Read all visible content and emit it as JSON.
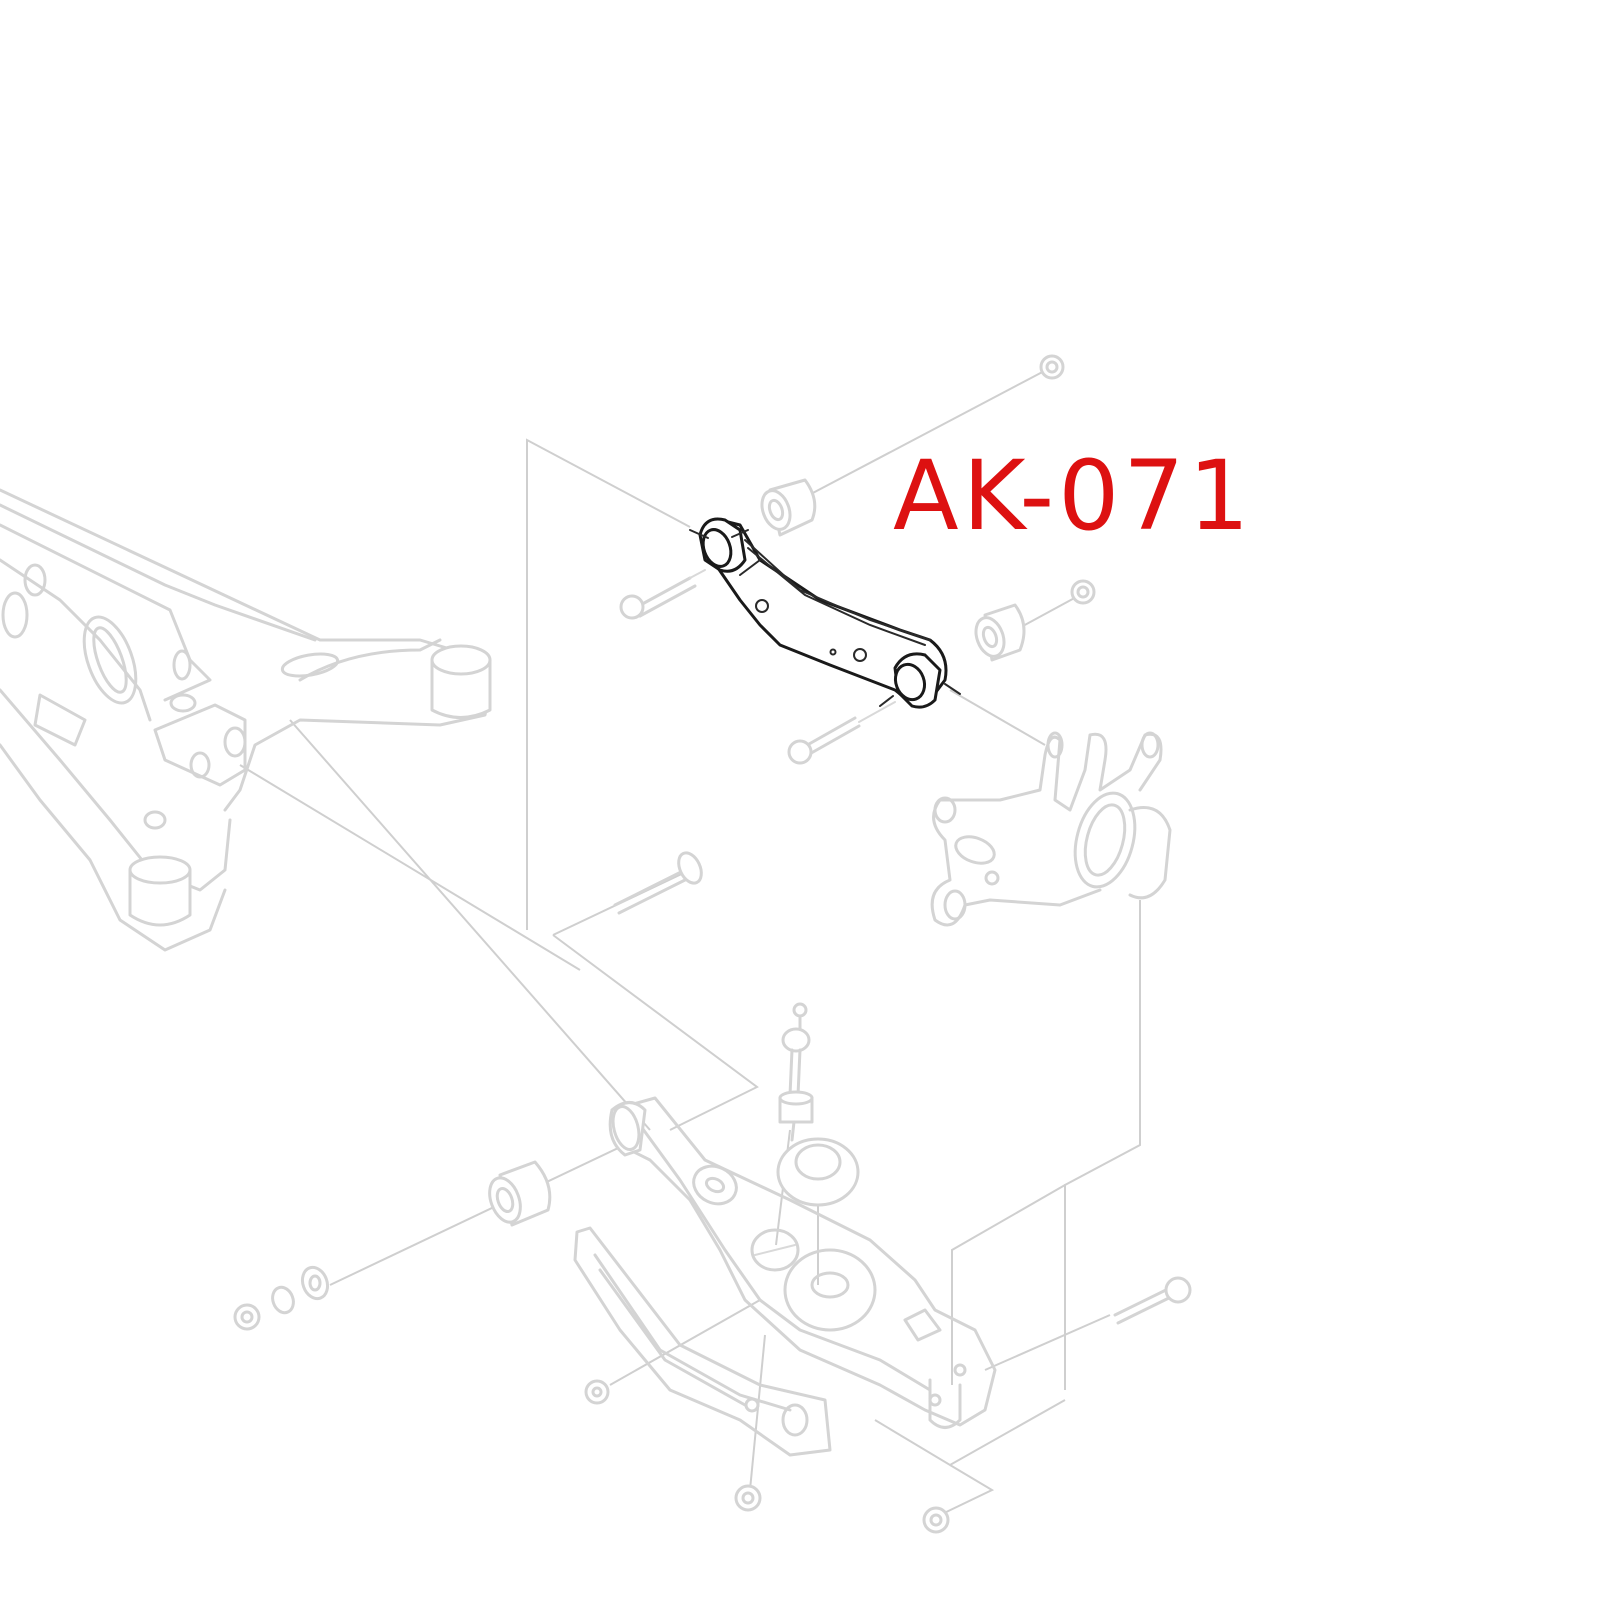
{
  "diagram": {
    "type": "exploded-parts-view",
    "subject": "rear suspension assembly",
    "highlighted_part": "upper/toe control arm",
    "part_label": {
      "text": "AK-071",
      "color": "#dd1111"
    },
    "colors": {
      "background": "#ffffff",
      "ghost_line": "#d4d4d4",
      "highlight_line": "#1a1a1a",
      "label": "#dd1111"
    },
    "components": [
      {
        "id": "subframe",
        "style": "ghost"
      },
      {
        "id": "upper-arm",
        "style": "highlight"
      },
      {
        "id": "upper-arm-bushing-inner",
        "style": "ghost"
      },
      {
        "id": "upper-arm-bushing-outer",
        "style": "ghost"
      },
      {
        "id": "upper-arm-bolt-inner",
        "style": "ghost"
      },
      {
        "id": "upper-arm-bolt-outer",
        "style": "ghost"
      },
      {
        "id": "upper-arm-nut-inner",
        "style": "ghost"
      },
      {
        "id": "upper-arm-nut-outer",
        "style": "ghost"
      },
      {
        "id": "knuckle",
        "style": "ghost"
      },
      {
        "id": "lower-control-arm",
        "style": "ghost"
      },
      {
        "id": "lower-arm-bushing",
        "style": "ghost"
      },
      {
        "id": "stabilizer-link",
        "style": "ghost"
      },
      {
        "id": "spring-seat",
        "style": "ghost"
      },
      {
        "id": "lower-arm-cover",
        "style": "ghost"
      },
      {
        "id": "washers-and-nuts",
        "style": "ghost"
      },
      {
        "id": "lower-arm-outer-bolt",
        "style": "ghost"
      },
      {
        "id": "lower-arm-outer-nut",
        "style": "ghost"
      },
      {
        "id": "camber-bolt",
        "style": "ghost"
      }
    ]
  }
}
